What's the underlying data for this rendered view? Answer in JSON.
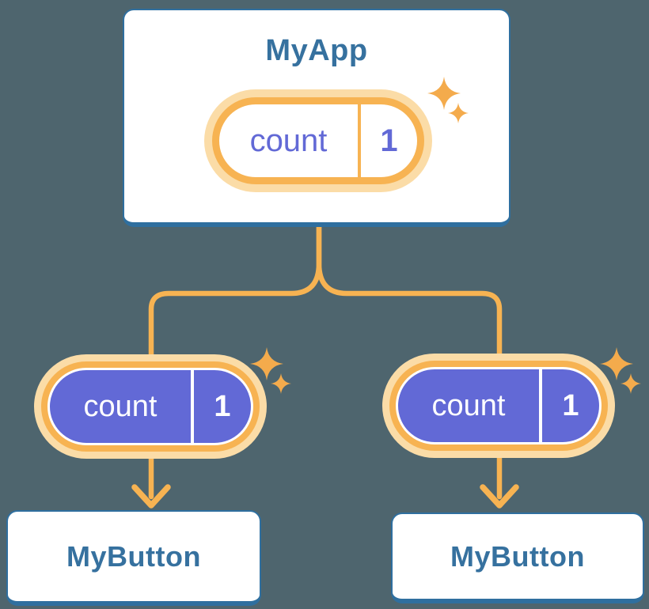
{
  "colors": {
    "bg": "#4E656E",
    "cardBorder": "#2F6F9F",
    "blue": "#36719F",
    "orange": "#F7B352",
    "halo": "#FBDCA7",
    "purple": "#6269D6",
    "sparkle": "#F4AB4C",
    "white": "#FFFFFF"
  },
  "icons": {
    "sparkle": "four-point-star",
    "arrow": "down-chevron-arrow"
  },
  "tree": {
    "root": {
      "title": "MyApp",
      "state": {
        "name": "count",
        "value": "1"
      }
    },
    "children": [
      {
        "title": "MyButton",
        "state": {
          "name": "count",
          "value": "1"
        }
      },
      {
        "title": "MyButton",
        "state": {
          "name": "count",
          "value": "1"
        }
      }
    ]
  }
}
